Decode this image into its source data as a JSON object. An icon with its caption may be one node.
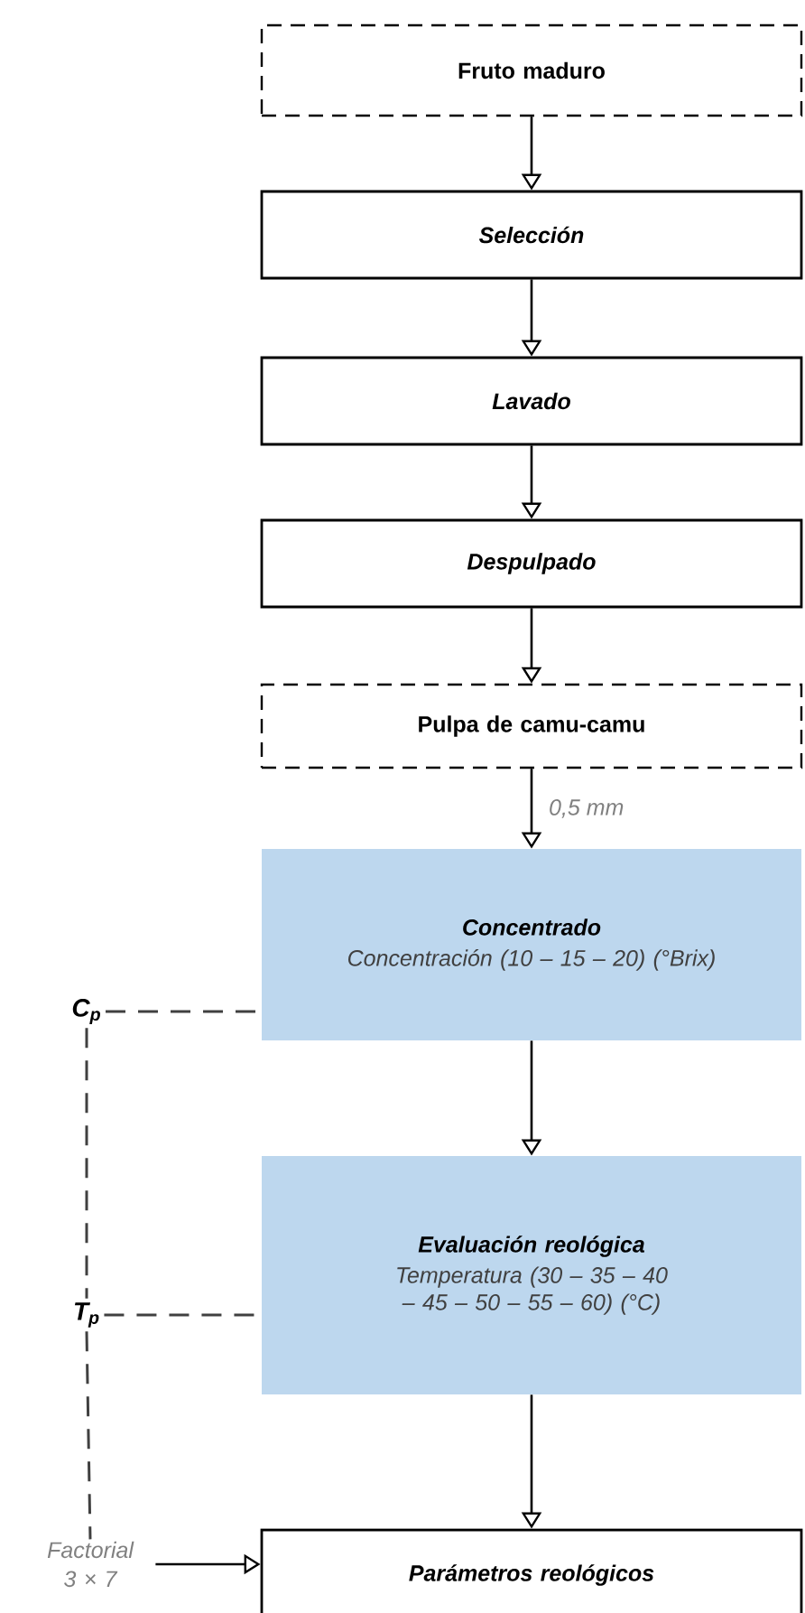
{
  "diagram": {
    "nodes": [
      {
        "text": [
          "Fruto maduro"
        ]
      },
      {
        "text": [
          "Selección"
        ]
      },
      {
        "text": [
          "Lavado"
        ]
      },
      {
        "text": [
          "Despulpado"
        ]
      },
      {
        "text": [
          "Pulpa de camu-camu"
        ]
      },
      {
        "text": [
          "Concentrado",
          "Concentración (10 – 15 – 20) (°Brix)"
        ]
      },
      {
        "text": [
          "Evaluación reológica",
          "Temperatura (30 – 35 – 40 – 45 – 50 – 55 – 60) (°C)"
        ]
      },
      {
        "text": [
          "Parámetros reológicos"
        ]
      },
      {
        "text": [
          "C$_{p}$"
        ]
      },
      {
        "text": [
          "T$_{p}$"
        ]
      },
      {
        "text": [
          "Factorial 3 × 7"
        ]
      }
    ],
    "edges": [
      {
        "from": 0,
        "to": 1,
        "arrow": "to"
      },
      {
        "from": 1,
        "to": 2,
        "arrow": "to"
      },
      {
        "from": 2,
        "to": 3,
        "arrow": "to"
      },
      {
        "from": 3,
        "to": 4,
        "arrow": "to"
      },
      {
        "from": 4,
        "to": 5,
        "arrow": "to",
        "label": "0,5 mm"
      },
      {
        "from": 5,
        "to": 6,
        "arrow": "to"
      },
      {
        "from": 6,
        "to": 7,
        "arrow": "to"
      },
      {
        "from": 8,
        "to": 5,
        "arrow": "none",
        "style": "dashed",
        "color": "#404040"
      },
      {
        "from": 8,
        "to": 9,
        "arrow": "none",
        "style": "dashed",
        "color": "#404040"
      },
      {
        "from": 9,
        "to": 6,
        "arrow": "none",
        "style": "dashed",
        "color": "#404040"
      },
      {
        "from": 9,
        "to": 10,
        "arrow": "none",
        "style": "dashed",
        "color": "#404040"
      },
      {
        "from": 10,
        "to": 7,
        "arrow": "to"
      }
    ]
  }
}
